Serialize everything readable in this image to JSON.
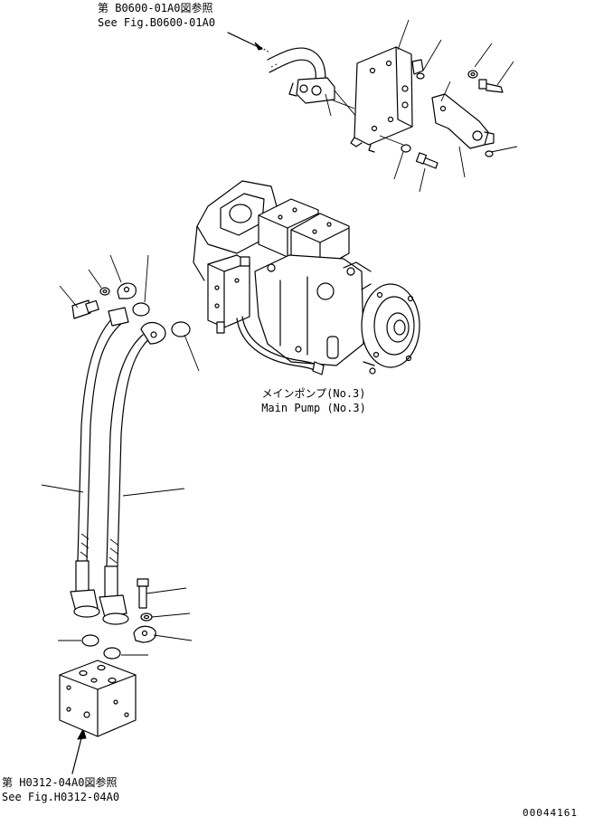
{
  "refs": {
    "top_ja": "第 B0600-01A0図参照",
    "top_en": "See Fig.B0600-01A0",
    "bottom_ja": "第 H0312-04A0図参照",
    "bottom_en": "See Fig.H0312-04A0"
  },
  "pump_label": {
    "ja": "メインポンプ(No.3)",
    "en": "Main Pump (No.3)"
  },
  "drawing_number": "00044161"
}
